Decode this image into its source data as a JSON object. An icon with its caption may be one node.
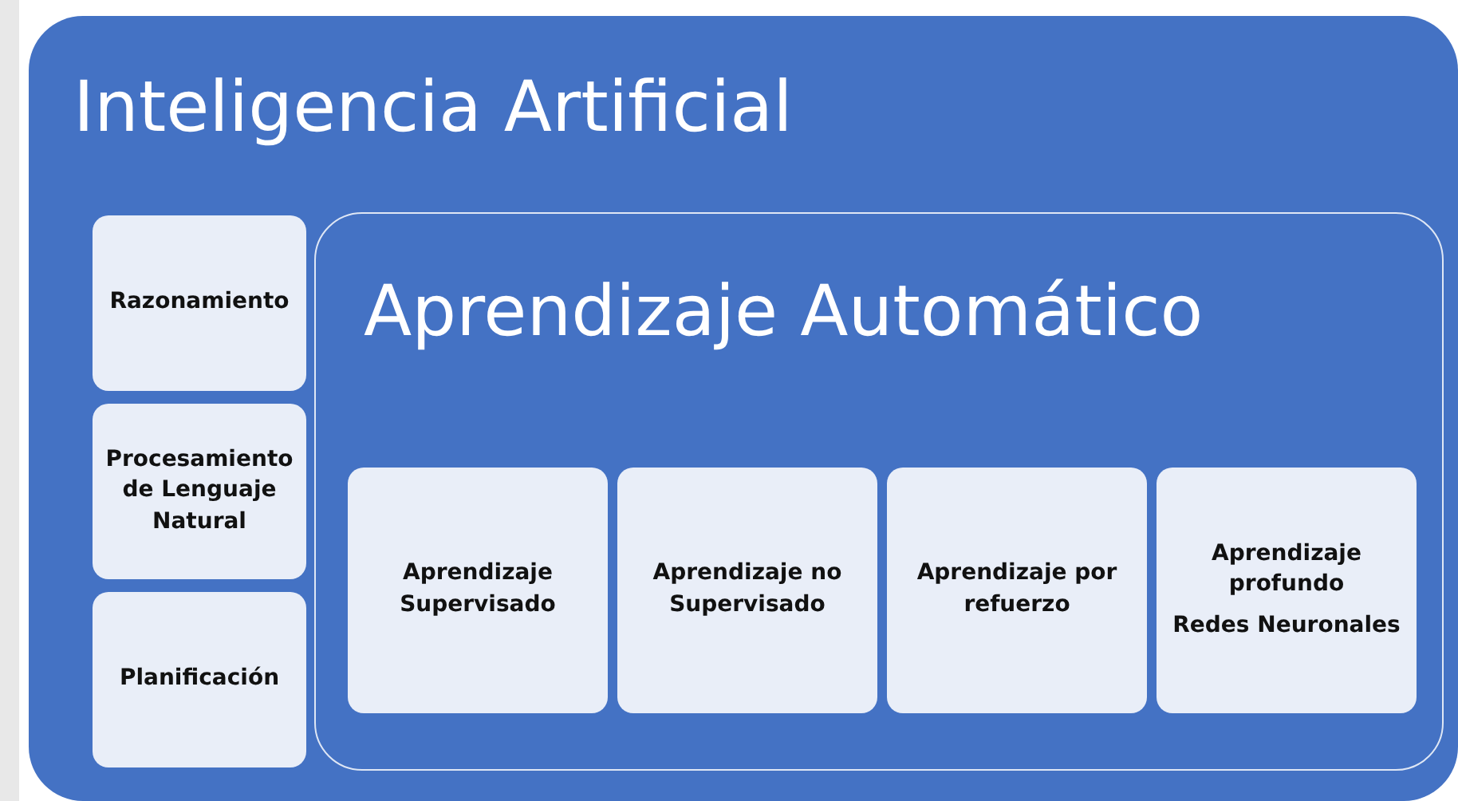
{
  "diagram": {
    "nodes": [
      {
        "text": [
          "Inteligencia Artificial"
        ]
      },
      {
        "text": [
          "Razonamiento"
        ],
        "in": 0
      },
      {
        "text": [
          "Procesamiento de Lenguaje Natural"
        ],
        "in": 0
      },
      {
        "text": [
          "Planificación"
        ],
        "in": 0
      },
      {
        "text": [
          "Aprendizaje Automático"
        ],
        "in": 0
      },
      {
        "text": [
          "Aprendizaje Supervisado"
        ],
        "in": 4
      },
      {
        "text": [
          "Aprendizaje no Supervisado"
        ],
        "in": 4
      },
      {
        "text": [
          "Aprendizaje por refuerzo"
        ],
        "in": 4
      },
      {
        "text": [
          "Aprendizaje profundo",
          "Redes Neuronales"
        ],
        "in": 4
      }
    ]
  }
}
